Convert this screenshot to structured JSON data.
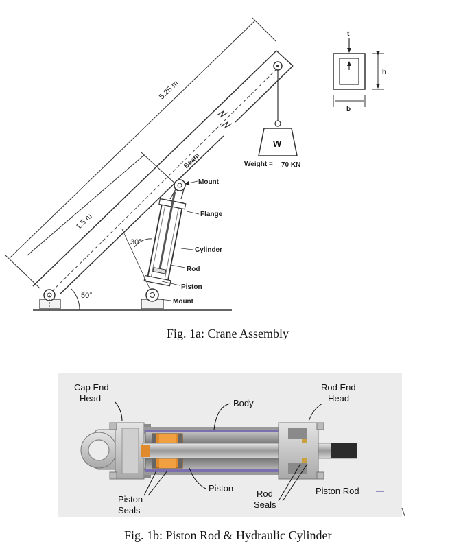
{
  "fig1a": {
    "caption": "Fig. 1a: Crane Assembly",
    "dim_length_total": "5.25 m",
    "dim_length_mount": "1.5 m",
    "label_beam": "Beam",
    "label_mount_top": "Mount",
    "label_flange": "Flange",
    "label_cylinder": "Cylinder",
    "label_rod": "Rod",
    "label_piston": "Piston",
    "label_mount_bottom": "Mount",
    "angle_cylinder": "30°",
    "angle_base": "50°",
    "weight_symbol": "W",
    "weight_label": "Weight =",
    "weight_value": "70 KN"
  },
  "section": {
    "label_t": "t",
    "label_h": "h",
    "label_b": "b"
  },
  "fig1b": {
    "caption": "Fig. 1b: Piston Rod & Hydraulic Cylinder",
    "label_cap_end_1": "Cap End",
    "label_cap_end_2": "Head",
    "label_body": "Body",
    "label_rod_end_1": "Rod End",
    "label_rod_end_2": "Head",
    "label_piston_seals_1": "Piston",
    "label_piston_seals_2": "Seals",
    "label_piston": "Piston",
    "label_rod_seals_1": "Rod",
    "label_rod_seals_2": "Seals",
    "label_piston_rod": "Piston Rod"
  }
}
